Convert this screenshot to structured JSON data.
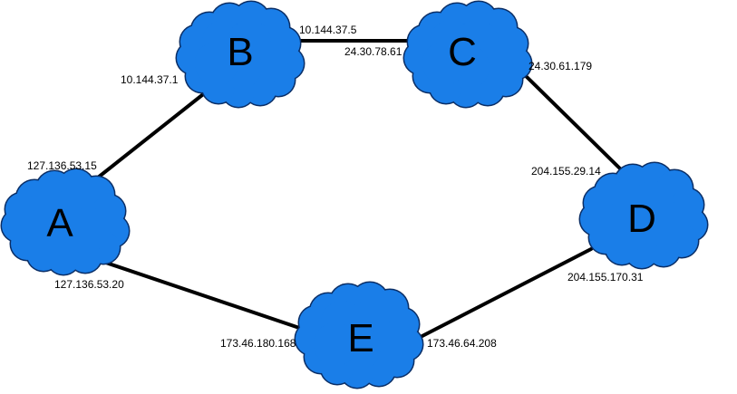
{
  "diagram": {
    "cloud_color": "#1a7ee8",
    "cloud_outline": "#0a2e66",
    "link_color": "#000000",
    "nodes": [
      {
        "id": "A",
        "label": "A"
      },
      {
        "id": "B",
        "label": "B"
      },
      {
        "id": "C",
        "label": "C"
      },
      {
        "id": "D",
        "label": "D"
      },
      {
        "id": "E",
        "label": "E"
      }
    ],
    "links": [
      {
        "from": "A",
        "to": "B",
        "from_ip": "127.136.53.15",
        "to_ip": "10.144.37.1"
      },
      {
        "from": "B",
        "to": "C",
        "from_ip": "10.144.37.5",
        "to_ip": "24.30.78.61"
      },
      {
        "from": "C",
        "to": "D",
        "from_ip": "24.30.61.179",
        "to_ip": "204.155.29.14"
      },
      {
        "from": "D",
        "to": "E",
        "from_ip": "204.155.170.31",
        "to_ip": "173.46.64.208"
      },
      {
        "from": "E",
        "to": "A",
        "from_ip": "173.46.180.168",
        "to_ip": "127.136.53.20"
      }
    ]
  }
}
